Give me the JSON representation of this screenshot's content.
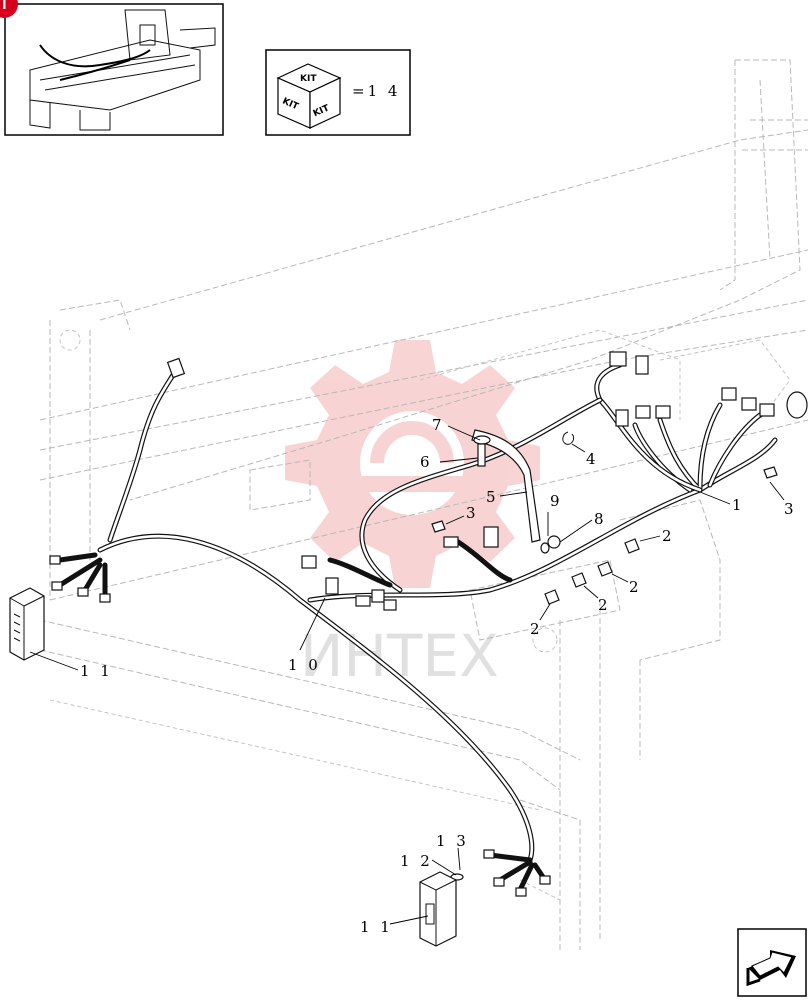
{
  "kit_box": {
    "cube_faces": [
      "KIT",
      "KIT",
      "KIT"
    ],
    "quantity_text": "=1 4"
  },
  "callouts": [
    {
      "id": "c1",
      "text": "1"
    },
    {
      "id": "c2a",
      "text": "2"
    },
    {
      "id": "c2b",
      "text": "2"
    },
    {
      "id": "c2c",
      "text": "2"
    },
    {
      "id": "c2d",
      "text": "2"
    },
    {
      "id": "c3a",
      "text": "3"
    },
    {
      "id": "c3b",
      "text": "3"
    },
    {
      "id": "c4",
      "text": "4"
    },
    {
      "id": "c5",
      "text": "5"
    },
    {
      "id": "c6",
      "text": "6"
    },
    {
      "id": "c7",
      "text": "7"
    },
    {
      "id": "c8",
      "text": "8"
    },
    {
      "id": "c9",
      "text": "9"
    },
    {
      "id": "c10",
      "text": "1 0"
    },
    {
      "id": "c11a",
      "text": "1 1"
    },
    {
      "id": "c11b",
      "text": "1 1"
    },
    {
      "id": "c12",
      "text": "1 2"
    },
    {
      "id": "c13",
      "text": "1 3"
    }
  ],
  "watermark": {
    "text": "ИНТЕХ",
    "color": "#f2a3a3"
  },
  "colors": {
    "accent": "#d6001c",
    "watermark": "#f4b0b0"
  },
  "icons": [
    "corner-badge-icon",
    "overview-thumbnail",
    "kit-cube-icon",
    "next-page-arrow-icon"
  ]
}
